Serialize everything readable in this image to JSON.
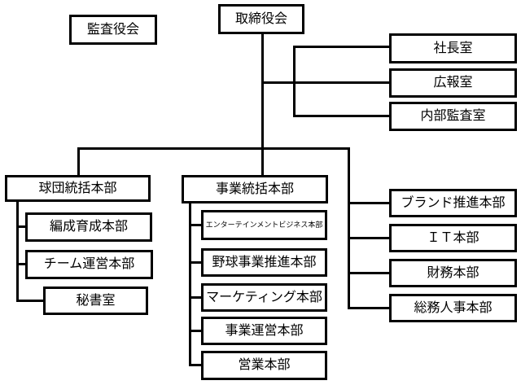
{
  "diagram": {
    "type": "org-chart",
    "nodes": {
      "audit_board": {
        "label": "監査役会"
      },
      "board_of_directors": {
        "label": "取締役会"
      },
      "president_office": {
        "label": "社長室"
      },
      "pr_office": {
        "label": "広報室"
      },
      "internal_audit": {
        "label": "内部監査室"
      },
      "kyudan_hq": {
        "label": "球団統括本部"
      },
      "hensei_ikusei_hq": {
        "label": "編成育成本部"
      },
      "team_unei_hq": {
        "label": "チーム運営本部"
      },
      "secretary_office": {
        "label": "秘書室"
      },
      "jigyo_hq": {
        "label": "事業統括本部"
      },
      "entertainment_hq": {
        "label": "エンターテインメントビジネス本部"
      },
      "yakyu_jigyo_hq": {
        "label": "野球事業推進本部"
      },
      "marketing_hq": {
        "label": "マーケティング本部"
      },
      "jigyo_unei_hq": {
        "label": "事業運営本部"
      },
      "eigyo_hq": {
        "label": "営業本部"
      },
      "brand_hq": {
        "label": "ブランド推進本部"
      },
      "it_hq": {
        "label": "ＩＴ本部"
      },
      "zaimu_hq": {
        "label": "財務本部"
      },
      "somu_jinji_hq": {
        "label": "総務人事本部"
      }
    },
    "edges": [
      {
        "from": "board_of_directors",
        "to": "president_office"
      },
      {
        "from": "board_of_directors",
        "to": "pr_office"
      },
      {
        "from": "board_of_directors",
        "to": "internal_audit"
      },
      {
        "from": "board_of_directors",
        "to": "kyudan_hq"
      },
      {
        "from": "board_of_directors",
        "to": "jigyo_hq"
      },
      {
        "from": "board_of_directors",
        "to": "brand_hq"
      },
      {
        "from": "board_of_directors",
        "to": "it_hq"
      },
      {
        "from": "board_of_directors",
        "to": "zaimu_hq"
      },
      {
        "from": "board_of_directors",
        "to": "somu_jinji_hq"
      },
      {
        "from": "kyudan_hq",
        "to": "hensei_ikusei_hq"
      },
      {
        "from": "kyudan_hq",
        "to": "team_unei_hq"
      },
      {
        "from": "kyudan_hq",
        "to": "secretary_office"
      },
      {
        "from": "jigyo_hq",
        "to": "entertainment_hq"
      },
      {
        "from": "jigyo_hq",
        "to": "yakyu_jigyo_hq"
      },
      {
        "from": "jigyo_hq",
        "to": "marketing_hq"
      },
      {
        "from": "jigyo_hq",
        "to": "jigyo_unei_hq"
      },
      {
        "from": "jigyo_hq",
        "to": "eigyo_hq"
      }
    ],
    "colors": {
      "background": "#ffffff",
      "box_border": "#000000",
      "line": "#000000",
      "text": "#000000"
    }
  }
}
